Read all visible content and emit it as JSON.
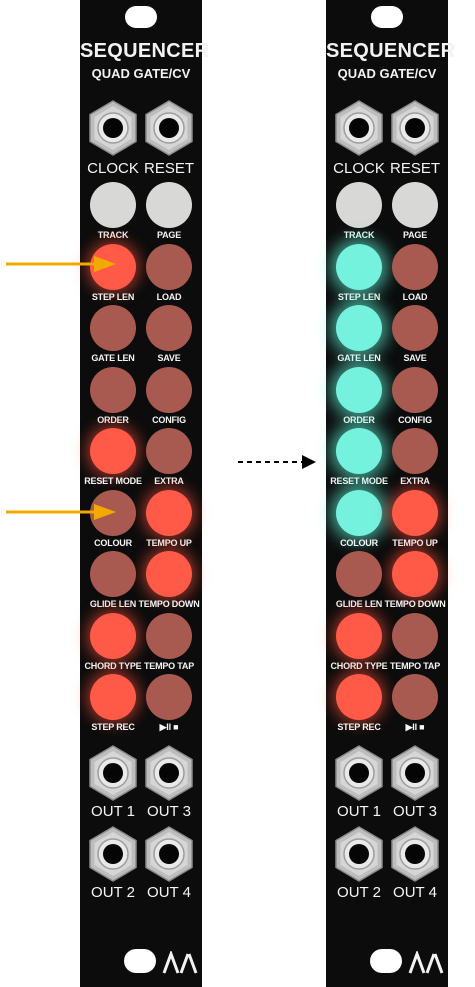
{
  "panels": [
    {
      "id": "left",
      "title": "SEQUENCER",
      "subtitle": "QUAD GATE/CV",
      "jacks_top": [
        {
          "label": "CLOCK"
        },
        {
          "label": "RESET"
        }
      ],
      "button_rows": [
        {
          "left": {
            "label": "TRACK",
            "state": "white"
          },
          "right": {
            "label": "PAGE",
            "state": "white"
          }
        },
        {
          "left": {
            "label": "STEP LEN",
            "state": "red"
          },
          "right": {
            "label": "LOAD",
            "state": "dim"
          }
        },
        {
          "left": {
            "label": "GATE LEN",
            "state": "dim"
          },
          "right": {
            "label": "SAVE",
            "state": "dim"
          }
        },
        {
          "left": {
            "label": "ORDER",
            "state": "dim"
          },
          "right": {
            "label": "CONFIG",
            "state": "dim"
          }
        },
        {
          "left": {
            "label": "RESET MODE",
            "state": "red"
          },
          "right": {
            "label": "EXTRA",
            "state": "dim"
          }
        },
        {
          "left": {
            "label": "COLOUR",
            "state": "dim"
          },
          "right": {
            "label": "TEMPO UP",
            "state": "red"
          }
        },
        {
          "left": {
            "label": "GLIDE LEN",
            "state": "dim"
          },
          "right": {
            "label": "TEMPO DOWN",
            "state": "red"
          }
        },
        {
          "left": {
            "label": "CHORD TYPE",
            "state": "red"
          },
          "right": {
            "label": "TEMPO TAP",
            "state": "dim"
          }
        },
        {
          "left": {
            "label": "STEP REC",
            "state": "red"
          },
          "right": {
            "label": "▶II ■",
            "state": "dim"
          }
        }
      ],
      "jacks_out": [
        [
          {
            "label": "OUT 1"
          },
          {
            "label": "OUT 3"
          }
        ],
        [
          {
            "label": "OUT 2"
          },
          {
            "label": "OUT 4"
          }
        ]
      ]
    },
    {
      "id": "right",
      "title": "SEQUENCER",
      "subtitle": "QUAD GATE/CV",
      "jacks_top": [
        {
          "label": "CLOCK"
        },
        {
          "label": "RESET"
        }
      ],
      "button_rows": [
        {
          "left": {
            "label": "TRACK",
            "state": "white"
          },
          "right": {
            "label": "PAGE",
            "state": "white"
          }
        },
        {
          "left": {
            "label": "STEP LEN",
            "state": "cyan"
          },
          "right": {
            "label": "LOAD",
            "state": "dim"
          }
        },
        {
          "left": {
            "label": "GATE LEN",
            "state": "cyan"
          },
          "right": {
            "label": "SAVE",
            "state": "dim"
          }
        },
        {
          "left": {
            "label": "ORDER",
            "state": "cyan"
          },
          "right": {
            "label": "CONFIG",
            "state": "dim"
          }
        },
        {
          "left": {
            "label": "RESET MODE",
            "state": "cyan"
          },
          "right": {
            "label": "EXTRA",
            "state": "dim"
          }
        },
        {
          "left": {
            "label": "COLOUR",
            "state": "cyan"
          },
          "right": {
            "label": "TEMPO UP",
            "state": "red"
          }
        },
        {
          "left": {
            "label": "GLIDE LEN",
            "state": "dim"
          },
          "right": {
            "label": "TEMPO DOWN",
            "state": "red"
          }
        },
        {
          "left": {
            "label": "CHORD TYPE",
            "state": "red"
          },
          "right": {
            "label": "TEMPO TAP",
            "state": "dim"
          }
        },
        {
          "left": {
            "label": "STEP REC",
            "state": "red"
          },
          "right": {
            "label": "▶II ■",
            "state": "dim"
          }
        }
      ],
      "jacks_out": [
        [
          {
            "label": "OUT 1"
          },
          {
            "label": "OUT 3"
          }
        ],
        [
          {
            "label": "OUT 2"
          },
          {
            "label": "OUT 4"
          }
        ]
      ]
    }
  ],
  "colors": {
    "panel": "#0c0c0c",
    "led_red": "#ff5a48",
    "led_dim": "#a95a50",
    "led_cyan": "#74f2de",
    "led_white": "#d8d8d6",
    "arrow": "#f2a900"
  },
  "annotations": {
    "orange_arrows": [
      {
        "points_to": "STEP LEN button (left panel)"
      },
      {
        "points_to": "COLOUR button (left panel)"
      }
    ],
    "transition_arrow": "dashed arrow from left panel to right panel"
  }
}
